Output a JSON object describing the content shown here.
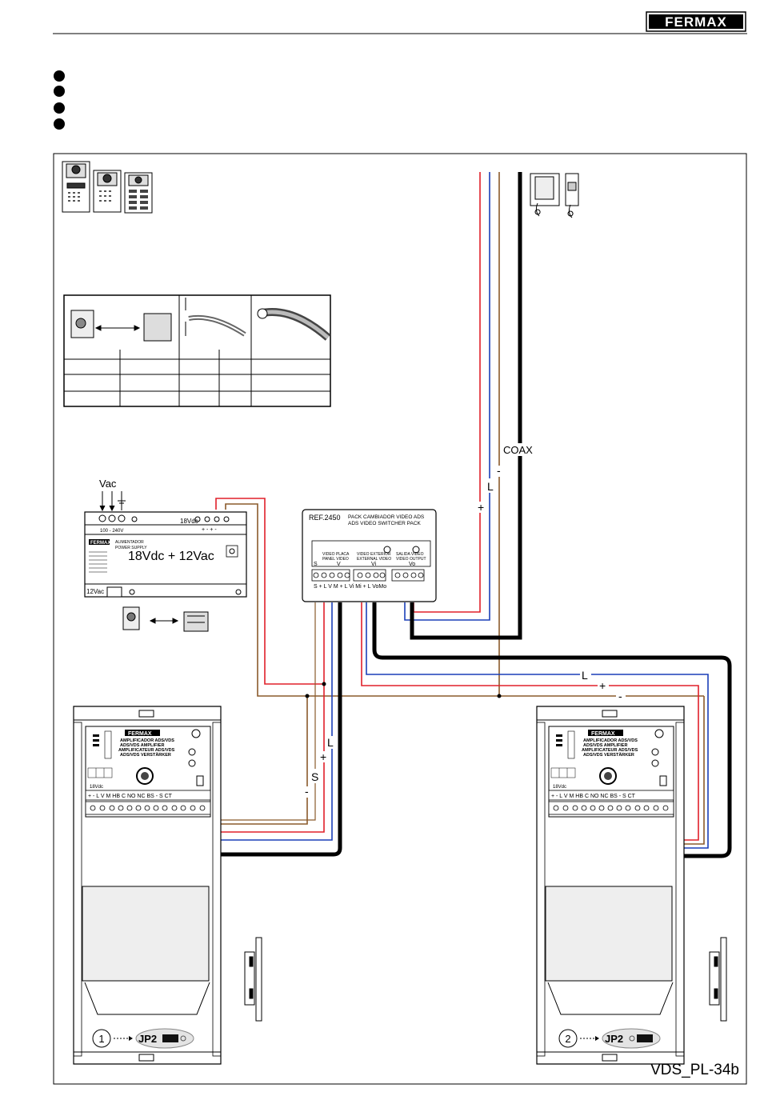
{
  "header": {
    "logo_text": "FERMAX"
  },
  "psu": {
    "vac_label": "Vac",
    "out_18vdc_label": "18Vdc",
    "terminal_signs": "+ -  + -",
    "input_range": "100 - 240V",
    "brand": "FERMAX",
    "name_line1": "ALIMENTADOR",
    "name_line2": "POWER SUPPLY",
    "main_label": "18Vdc + 12Vac",
    "out_12vac_label": "12Vac"
  },
  "switcher": {
    "ref": "REF.2450",
    "title_es": "PACK CAMBIADOR VIDEO ADS",
    "title_en": "ADS VIDEO SWITCHER PACK",
    "selector_label": "S",
    "group1_line1": "VIDEO PLACA",
    "group1_line2": "PANEL VIDEO",
    "group1_code": "V",
    "group2_line1": "VIDEO EXTERIOR",
    "group2_line2": "EXTERNAL VIDEO",
    "group2_code": "Vi",
    "group3_line1": "SALIDA VIDEO",
    "group3_line2": "VIDEO OUTPUT",
    "group3_code": "Vo",
    "terminals": "S  +  L  V  M      +  L  Vi Mi    +  L  VoMo"
  },
  "wires": {
    "coax_label": "COAX",
    "l_label": "L",
    "plus_label": "+",
    "minus_label": "-",
    "s_label": "S"
  },
  "amplifier": {
    "brand": "FERMAX",
    "line1": "AMPLIFICADOR ADS/VDS",
    "line2": "ADS/VDS AMPLIFIER",
    "line3": "AMPLIFICATEUR ADS/VDS",
    "line4": "ADS/VDS VERSTÄRKER",
    "supply_label": "18Vdc",
    "terminals": "+  -   L  V  M  HB  C  NO NC  BS  -   S  CT"
  },
  "jumpers": [
    {
      "number": "1",
      "label": "JP2"
    },
    {
      "number": "2",
      "label": "JP2"
    }
  ],
  "footer": {
    "diagram_code": "VDS_PL-34b"
  }
}
